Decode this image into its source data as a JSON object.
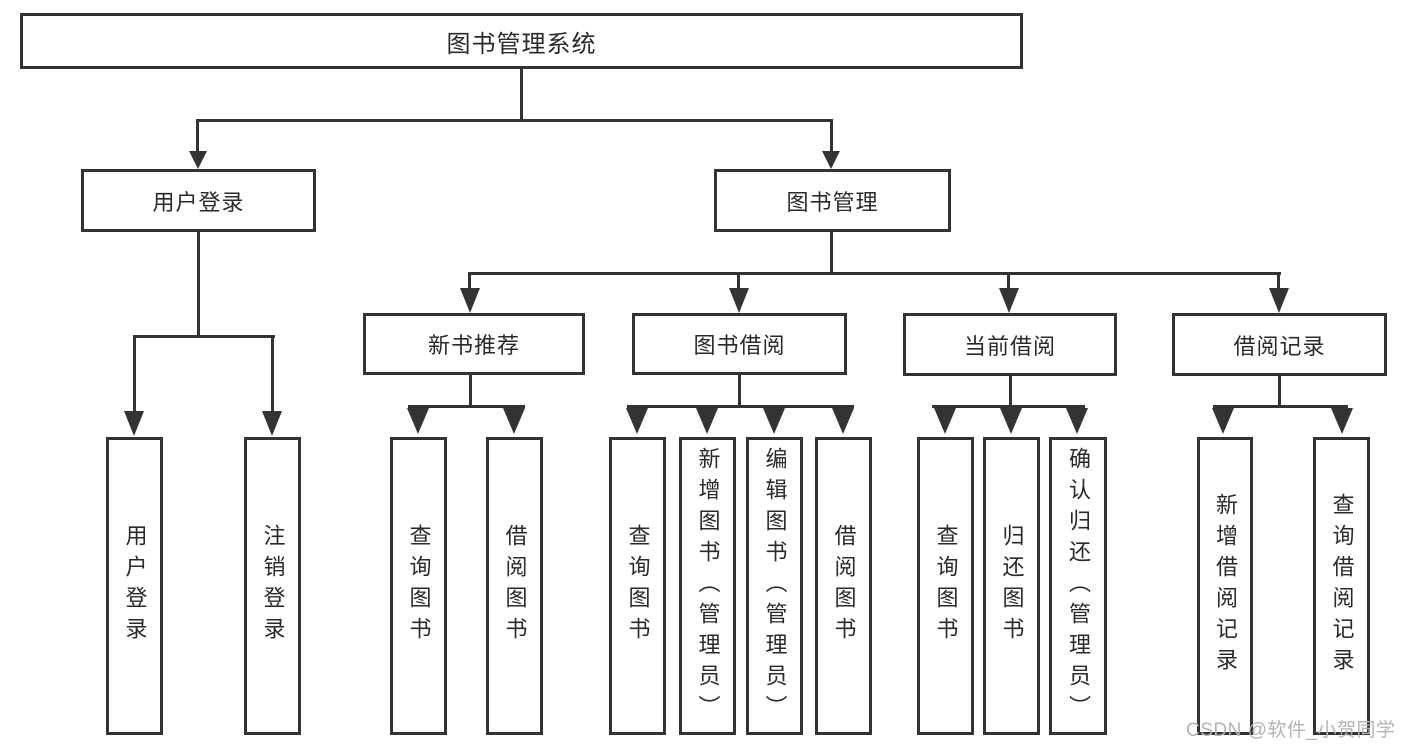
{
  "tree": {
    "label": "图书管理系统",
    "children": [
      {
        "label": "用户登录",
        "children": [
          {
            "label": "用户登录"
          },
          {
            "label": "注销登录"
          }
        ]
      },
      {
        "label": "图书管理",
        "children": [
          {
            "label": "新书推荐",
            "children": [
              {
                "label": "查询图书"
              },
              {
                "label": "借阅图书"
              }
            ]
          },
          {
            "label": "图书借阅",
            "children": [
              {
                "label": "查询图书"
              },
              {
                "label": "新增图书（管理员）"
              },
              {
                "label": "编辑图书（管理员）"
              },
              {
                "label": "借阅图书"
              }
            ]
          },
          {
            "label": "当前借阅",
            "children": [
              {
                "label": "查询图书"
              },
              {
                "label": "归还图书"
              },
              {
                "label": "确认归还（管理员）"
              }
            ]
          },
          {
            "label": "借阅记录",
            "children": [
              {
                "label": "新增借阅记录"
              },
              {
                "label": "查询借阅记录"
              }
            ]
          }
        ]
      }
    ]
  },
  "watermark": {
    "text": "CSDN @软件_小贺同学"
  },
  "colors": {
    "line": "#333333",
    "box_border": "#333333",
    "text": "#2a2a2a",
    "watermark": "#b3b3b3",
    "background": "#ffffff"
  }
}
